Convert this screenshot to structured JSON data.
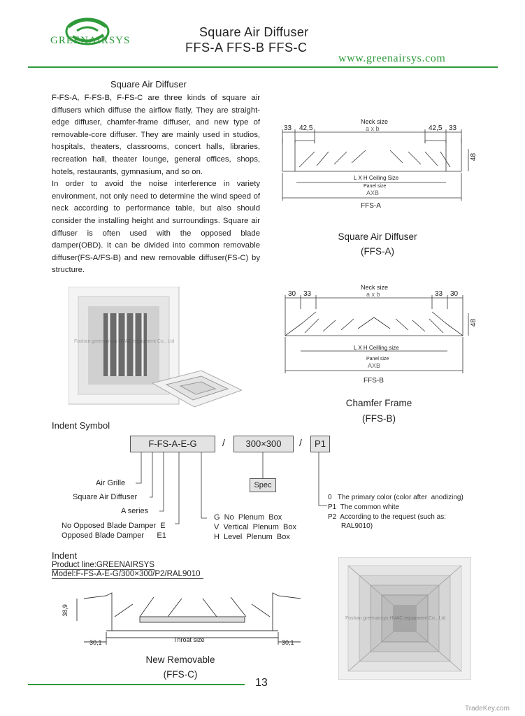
{
  "header": {
    "logo_text": "GREENAIRSYS",
    "title_line1": "Square Air Diffuser",
    "title_line2": "FFS-A   FFS-B   FFS-C",
    "website": "www.greenairsys.com",
    "accent_color": "#2e9a3a"
  },
  "intro": {
    "heading": "Square  Air  Diffuser",
    "paragraph1": "F-FS-A, F-FS-B, F-FS-C are three kinds of square air diffusers which diffuse the airflow flatly, They are straight-edge diffuser, chamfer-frame diffuser, and new type of removable-core diffuser. They are mainly used in studios, hospitals, theaters, classrooms, concert halls, libraries, recreation hall, theater lounge, general offices, shops, hotels, restaurants, gymnasium, and so on.",
    "paragraph2": "In order to avoid the noise interference in variety environment, not only need to  determine the wind speed of  neck according to performance table, but also should  consider the installing height and surroundings. Square air diffuser is often used with the opposed blade damper(OBD).  It  can  be  divided  into  common removable diffuser(FS-A/FS-B)  and new removable diffuser(FS-C) by  structure."
  },
  "diagram_ffs_a": {
    "neck_size": "Neck size",
    "neck_formula": "a x b",
    "dim_left_outer": "33",
    "dim_left_inner": "42,5",
    "dim_right_inner": "42,5",
    "dim_right_outer": "33",
    "dim_height": "48",
    "ceiling_size": "L  X  H Ceiling Size",
    "panel_size": "Panel size",
    "panel_formula": "AXB",
    "label": "FFS-A",
    "caption1": "Square Air Diffuser",
    "caption2": "(FFS-A)"
  },
  "diagram_ffs_b": {
    "neck_size": "Neck size",
    "neck_formula": "a x b",
    "dim_left_outer": "30",
    "dim_left_inner": "33",
    "dim_right_inner": "33",
    "dim_right_outer": "30",
    "dim_height": "48",
    "ceiling_size": "L X H  Ceilling size",
    "panel_size": "Panel size",
    "panel_formula": "AXB",
    "label": "FFS-B",
    "caption1": "Chamfer Frame",
    "caption2": "(FFS-B)"
  },
  "photo_watermark": "Foshan greenairsys HVAC equipment Co., Ltd",
  "indent_symbol": {
    "heading": "Indent  Symbol",
    "code": "F-FS-A-E-G",
    "size": "300×300",
    "color_code": "P1",
    "spec": "Spec",
    "left_labels": [
      "Air Grille",
      "Square  Air  Diffuser",
      "A  series",
      "No Opposed Blade Damper  E",
      "Opposed Blade Damper      E1"
    ],
    "plenum_labels": [
      "G  No  Plenum  Box",
      "V  Vertical  Plenum  Box",
      "H  Level  Plenum  Box"
    ],
    "color_labels": [
      "0   The primary color (color after  anodizing)",
      "P1  The common white",
      "P2  According to the request (such as:",
      "RAL9010)"
    ]
  },
  "indent": {
    "heading": "Indent",
    "product_line": "Product line:GREENAIRSYS",
    "model": "Model:F-FS-A-E-G/300×300/P2/RAL9010"
  },
  "diagram_ffs_c": {
    "dim_height": "38,9",
    "dim_left": "30,1",
    "dim_right": "30,1",
    "throat": "Throat  size",
    "caption1": "New Removable",
    "caption2": "(FFS-C)"
  },
  "footer": {
    "page_number": "13",
    "tradekey": "TradeKey.com"
  }
}
